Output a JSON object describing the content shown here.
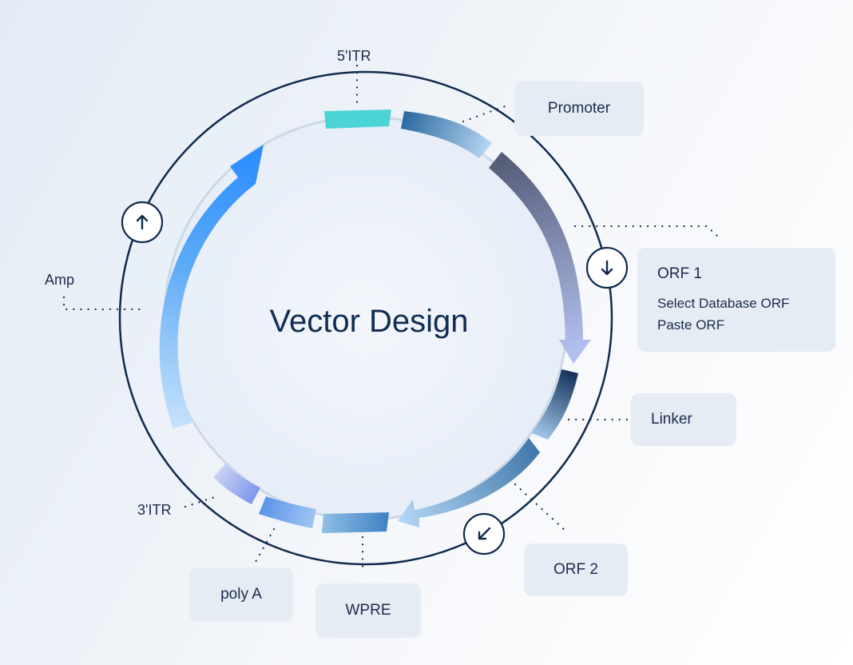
{
  "title": "Vector Design",
  "labels": {
    "itr5": "5'ITR",
    "amp": "Amp",
    "itr3": "3'ITR"
  },
  "cards": {
    "promoter": "Promoter",
    "orf1": {
      "title": "ORF 1",
      "options": [
        "Select Database ORF",
        "Paste ORF"
      ]
    },
    "linker": "Linker",
    "orf2": "ORF 2",
    "wpre": "WPRE",
    "polyA": "poly A"
  },
  "icons": {
    "amp_direction": "arrow-up-icon",
    "orf1_direction": "arrow-down-icon",
    "orf2_direction": "arrow-down-left-icon"
  },
  "colors": {
    "ring": "#102a4c",
    "itr": "#4cd3d6",
    "amp": "#2f8fff",
    "text": "#1a2b4c",
    "card_bg": "#e6ecf4"
  }
}
